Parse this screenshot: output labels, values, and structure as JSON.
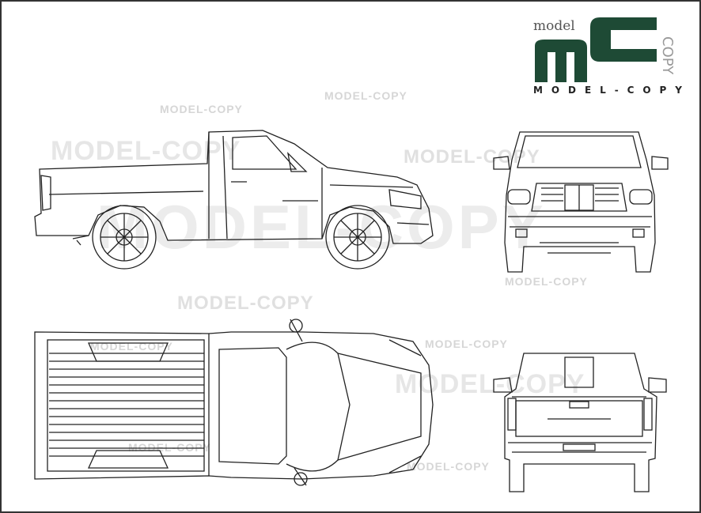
{
  "logo": {
    "text_top": "model",
    "letters": "MC",
    "text_side": "COPY",
    "text_bottom": "MODEL-COPY",
    "color": "#1e4a35"
  },
  "watermarks": [
    "MODEL-COPY",
    "MODEL-COPY",
    "MODEL-COPY",
    "MODEL-COPY",
    "MODEL-COPY",
    "MODEL-COPY",
    "MODEL-COPY",
    "MODEL-COPY",
    "MODEL-COPY",
    "MODEL-COPY",
    "MODEL-COPY",
    "MODEL-COPY"
  ],
  "views": [
    "side-view",
    "front-view",
    "top-view",
    "rear-view"
  ],
  "colors": {
    "line": "#222222",
    "watermark": "#d6d6d6",
    "frame": "#333333"
  }
}
